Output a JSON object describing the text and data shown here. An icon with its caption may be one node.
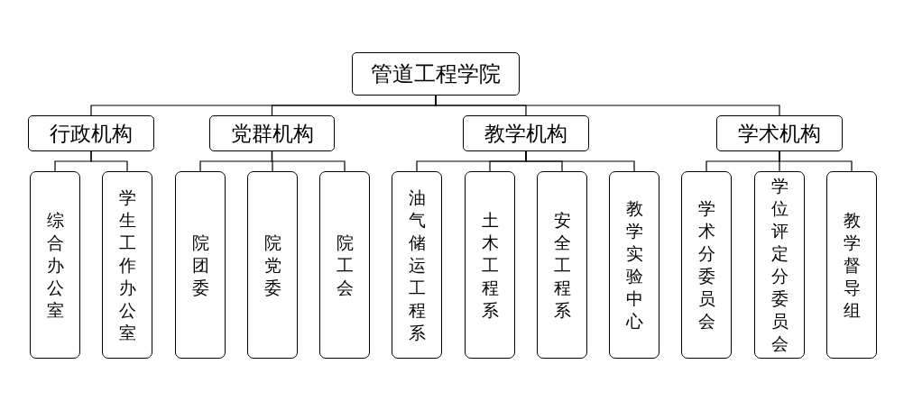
{
  "diagram": {
    "nodes": [
      {
        "text": [
          "管道工程学院"
        ]
      },
      {
        "text": [
          "行政机构"
        ]
      },
      {
        "text": [
          "党群机构"
        ]
      },
      {
        "text": [
          "教学机构"
        ]
      },
      {
        "text": [
          "学术机构"
        ]
      },
      {
        "text": [
          "综合办公室"
        ]
      },
      {
        "text": [
          "学生工作办公室"
        ]
      },
      {
        "text": [
          "院团委"
        ]
      },
      {
        "text": [
          "院党委"
        ]
      },
      {
        "text": [
          "院工会"
        ]
      },
      {
        "text": [
          "油气储运工程系"
        ]
      },
      {
        "text": [
          "土木工程系"
        ]
      },
      {
        "text": [
          "安全工程系"
        ]
      },
      {
        "text": [
          "教学实验中心"
        ]
      },
      {
        "text": [
          "学术分委员会"
        ]
      },
      {
        "text": [
          "学位评定分委员会"
        ]
      },
      {
        "text": [
          "教学督导组"
        ]
      }
    ],
    "edges": [
      {
        "from": 0,
        "to": 1,
        "arrow": "none"
      },
      {
        "from": 0,
        "to": 2,
        "arrow": "none"
      },
      {
        "from": 0,
        "to": 3,
        "arrow": "none"
      },
      {
        "from": 0,
        "to": 4,
        "arrow": "none"
      },
      {
        "from": 1,
        "to": 5,
        "arrow": "none"
      },
      {
        "from": 1,
        "to": 6,
        "arrow": "none"
      },
      {
        "from": 2,
        "to": 7,
        "arrow": "none"
      },
      {
        "from": 2,
        "to": 8,
        "arrow": "none"
      },
      {
        "from": 2,
        "to": 9,
        "arrow": "none"
      },
      {
        "from": 3,
        "to": 10,
        "arrow": "none"
      },
      {
        "from": 3,
        "to": 11,
        "arrow": "none"
      },
      {
        "from": 3,
        "to": 12,
        "arrow": "none"
      },
      {
        "from": 3,
        "to": 13,
        "arrow": "none"
      },
      {
        "from": 4,
        "to": 14,
        "arrow": "none"
      },
      {
        "from": 4,
        "to": 15,
        "arrow": "none"
      },
      {
        "from": 4,
        "to": 16,
        "arrow": "none"
      }
    ]
  }
}
